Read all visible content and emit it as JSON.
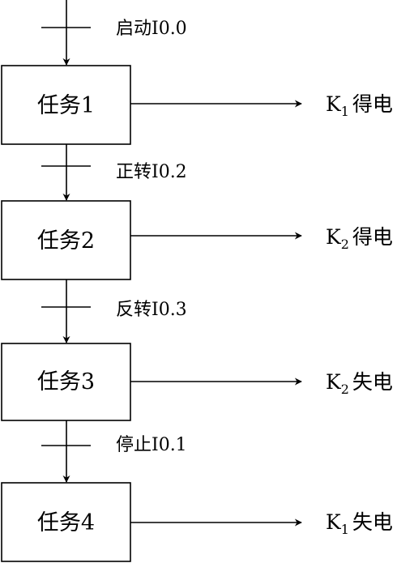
{
  "flowchart": {
    "tasks": [
      {
        "label": "任务1",
        "output_letter": "K",
        "output_sub": "1",
        "output_text": "得电"
      },
      {
        "label": "任务2",
        "output_letter": "K",
        "output_sub": "2",
        "output_text": "得电"
      },
      {
        "label": "任务3",
        "output_letter": "K",
        "output_sub": "2",
        "output_text": "失电"
      },
      {
        "label": "任务4",
        "output_letter": "K",
        "output_sub": "1",
        "output_text": "失电"
      }
    ],
    "transitions": [
      {
        "label": "启动I0.0"
      },
      {
        "label": "正转I0.2"
      },
      {
        "label": "反转I0.3"
      },
      {
        "label": "停止I0.1"
      }
    ],
    "colors": {
      "line": "#000000",
      "background": "#ffffff"
    }
  }
}
